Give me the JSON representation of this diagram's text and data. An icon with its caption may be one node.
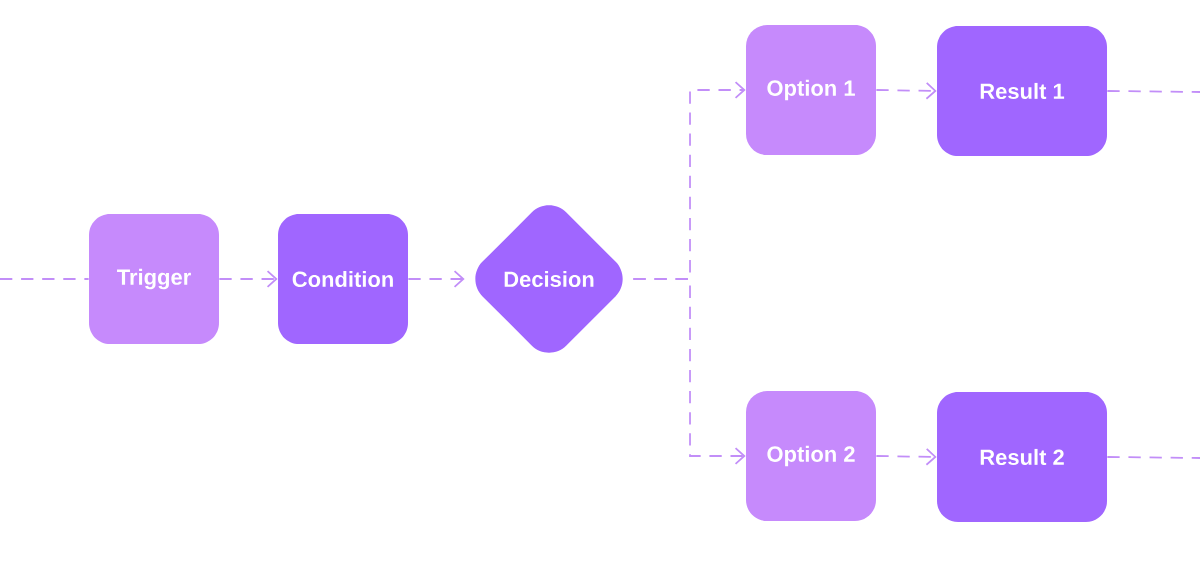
{
  "diagram": {
    "nodes": [
      {
        "text": [
          "Trigger"
        ]
      },
      {
        "text": [
          "Condition"
        ]
      },
      {
        "text": [
          "Decision"
        ]
      },
      {
        "text": [
          "Option 1"
        ]
      },
      {
        "text": [
          "Result 1"
        ]
      },
      {
        "text": [
          "Option 2"
        ]
      },
      {
        "text": [
          "Result 2"
        ]
      }
    ],
    "edges": [
      {
        "from": null,
        "to": 0,
        "arrow": "none",
        "style": "dashed"
      },
      {
        "from": 0,
        "to": 1,
        "arrow": "to",
        "style": "dashed"
      },
      {
        "from": 1,
        "to": 2,
        "arrow": "to",
        "style": "dashed"
      },
      {
        "from": 2,
        "to": 3,
        "arrow": "to",
        "style": "dashed"
      },
      {
        "from": 2,
        "to": 5,
        "arrow": "to",
        "style": "dashed"
      },
      {
        "from": 3,
        "to": 4,
        "arrow": "to",
        "style": "dashed"
      },
      {
        "from": 5,
        "to": 6,
        "arrow": "to",
        "style": "dashed"
      },
      {
        "from": 4,
        "to": null,
        "arrow": "none",
        "style": "dashed"
      },
      {
        "from": 6,
        "to": null,
        "arrow": "none",
        "style": "dashed"
      }
    ]
  }
}
